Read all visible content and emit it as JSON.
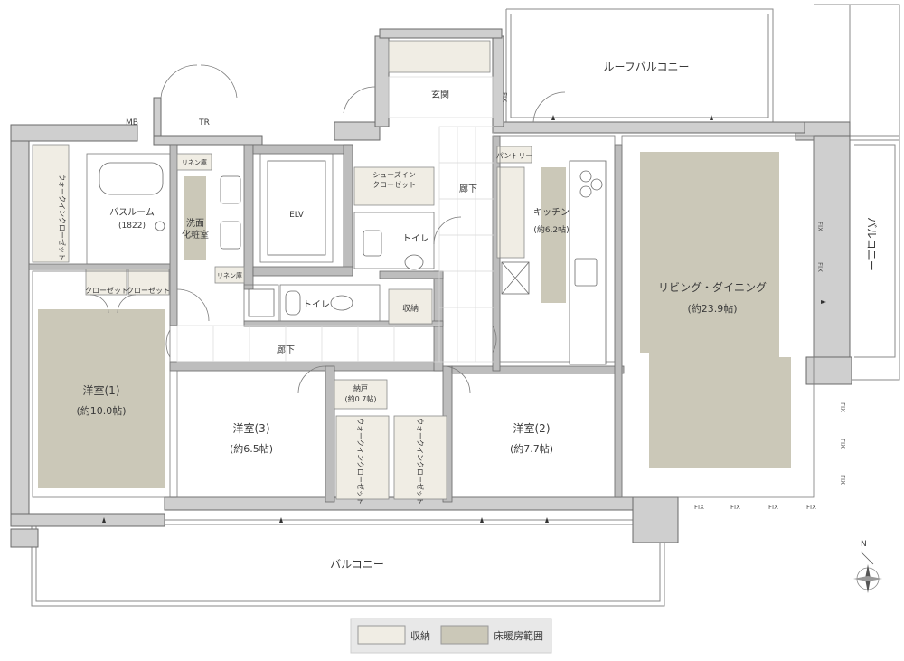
{
  "rooms": {
    "roof_balcony": "ルーフバルコニー",
    "entrance": "玄関",
    "mb": "MB",
    "tr": "TR",
    "walk_in_closet_left": "ウォークインクローゼット",
    "bathroom": "バスルーム",
    "bathroom_size": "(1822)",
    "linen_1": "リネン庫",
    "linen_2": "リネン庫",
    "washroom": "洗面",
    "washroom_2": "化粧室",
    "elv": "ELV",
    "shoes_closet": "シューズイン",
    "shoes_closet_2": "クローゼット",
    "hallway_upper": "廊下",
    "toilet_upper": "トイレ",
    "pantry": "パントリー",
    "kitchen": "キッチン",
    "kitchen_size": "(約6.2帖)",
    "living_dining": "リビング・ダイニング",
    "living_dining_size": "(約23.9帖)",
    "balcony_right": "バルコニー",
    "closet_a": "クローゼット",
    "closet_b": "クローゼット",
    "toilet_lower": "トイレ",
    "storage": "収納",
    "hallway_lower": "廊下",
    "western_1": "洋室(1)",
    "western_1_size": "(約10.0帖)",
    "western_3": "洋室(3)",
    "western_3_size": "(約6.5帖)",
    "nando": "納戸",
    "nando_size": "(約0.7帖)",
    "wic_a": "ウォークインクローゼット",
    "wic_b": "ウォークインクローゼット",
    "western_2": "洋室(2)",
    "western_2_size": "(約7.7帖)",
    "balcony_bottom": "バルコニー"
  },
  "fix_label": "FIX",
  "compass_n": "N",
  "legend": [
    {
      "label": "収納",
      "color": "#f0ede4"
    },
    {
      "label": "床暖房範囲",
      "color": "#cbc8b8"
    }
  ],
  "colors": {
    "wall": "#cfcfcf",
    "floor_heat": "#cbc8b8",
    "storage": "#f0ede4",
    "line": "#6a6a6a"
  }
}
